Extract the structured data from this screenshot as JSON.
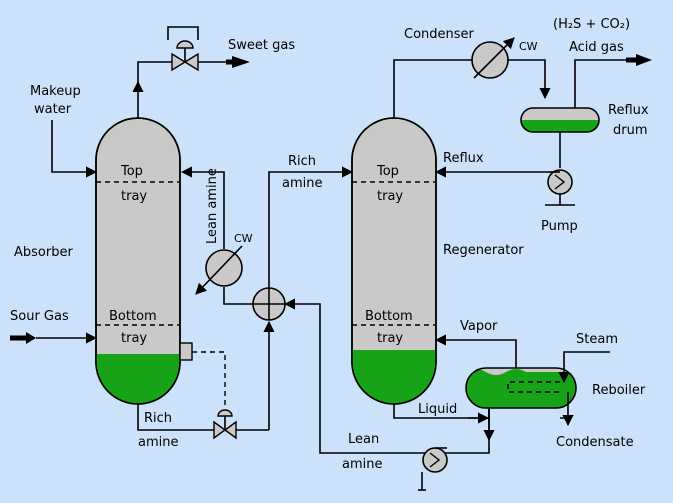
{
  "labels": {
    "sweet_gas": "Sweet gas",
    "makeup_water_1": "Makeup",
    "makeup_water_2": "water",
    "absorber": "Absorber",
    "sour_gas": "Sour Gas",
    "absorber_top_1": "Top",
    "absorber_top_2": "tray",
    "absorber_bottom_1": "Bottom",
    "absorber_bottom_2": "tray",
    "rich_amine_bottom_1": "Rich",
    "rich_amine_bottom_2": "amine",
    "lean_amine_vertical": "Lean amine",
    "cw_left": "CW",
    "rich_amine_top_1": "Rich",
    "rich_amine_top_2": "amine",
    "regen_top_1": "Top",
    "regen_top_2": "tray",
    "regen_bottom_1": "Bottom",
    "regen_bottom_2": "tray",
    "regenerator": "Regenerator",
    "condenser": "Condenser",
    "cw_right": "CW",
    "acid_gas_formula": "(H₂S + CO₂)",
    "acid_gas": "Acid gas",
    "reflux_drum_1": "Reflux",
    "reflux_drum_2": "drum",
    "reflux": "Reflux",
    "pump": "Pump",
    "vapor": "Vapor",
    "steam": "Steam",
    "reboiler": "Reboiler",
    "liquid": "Liquid",
    "condensate": "Condensate",
    "lean_amine_bottom_1": "Lean",
    "lean_amine_bottom_2": "amine"
  },
  "colors": {
    "background": "#cce1fa",
    "vessel": "#c9c9c9",
    "liquid": "#17a317"
  }
}
